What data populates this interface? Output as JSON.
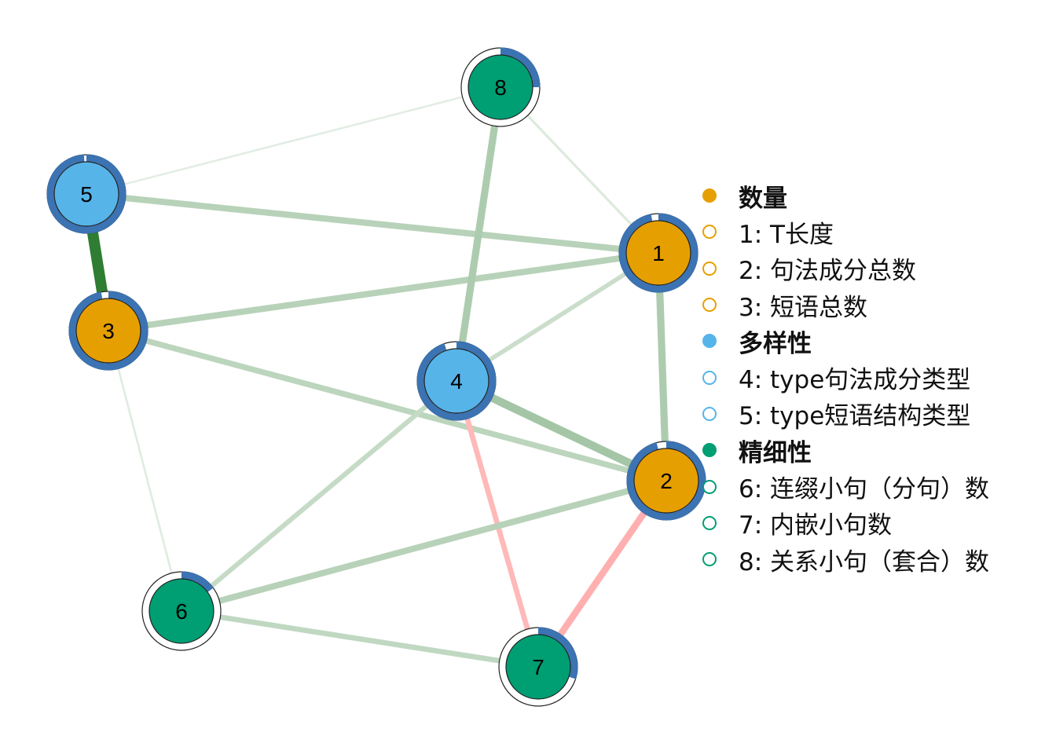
{
  "colors": {
    "group_quantity": "#E69F00",
    "group_diversity": "#56B4E9",
    "group_refinement": "#009E73",
    "pie_ring": "#3B73B3",
    "edge_positive": "#2E7D32",
    "edge_negative": "#FF7F7F"
  },
  "nodes": [
    {
      "id": "1",
      "group": 0,
      "pie": 0.97
    },
    {
      "id": "2",
      "group": 0,
      "pie": 0.96
    },
    {
      "id": "3",
      "group": 0,
      "pie": 0.97
    },
    {
      "id": "4",
      "group": 1,
      "pie": 0.95
    },
    {
      "id": "5",
      "group": 1,
      "pie": 0.99
    },
    {
      "id": "6",
      "group": 2,
      "pie": 0.15
    },
    {
      "id": "7",
      "group": 2,
      "pie": 0.3
    },
    {
      "id": "8",
      "group": 2,
      "pie": 0.25
    }
  ],
  "edges": [
    {
      "from": "5",
      "to": "3",
      "weight": 1.0,
      "sign": "positive"
    },
    {
      "from": "5",
      "to": "1",
      "weight": 0.5,
      "sign": "positive"
    },
    {
      "from": "3",
      "to": "1",
      "weight": 0.5,
      "sign": "positive"
    },
    {
      "from": "3",
      "to": "2",
      "weight": 0.45,
      "sign": "positive"
    },
    {
      "from": "1",
      "to": "2",
      "weight": 0.6,
      "sign": "positive"
    },
    {
      "from": "1",
      "to": "4",
      "weight": 0.3,
      "sign": "positive"
    },
    {
      "from": "1",
      "to": "8",
      "weight": 0.1,
      "sign": "positive"
    },
    {
      "from": "4",
      "to": "8",
      "weight": 0.6,
      "sign": "positive"
    },
    {
      "from": "4",
      "to": "2",
      "weight": 0.7,
      "sign": "positive"
    },
    {
      "from": "4",
      "to": "6",
      "weight": 0.35,
      "sign": "positive"
    },
    {
      "from": "4",
      "to": "7",
      "weight": 0.4,
      "sign": "negative"
    },
    {
      "from": "2",
      "to": "7",
      "weight": 0.55,
      "sign": "negative"
    },
    {
      "from": "2",
      "to": "6",
      "weight": 0.5,
      "sign": "positive"
    },
    {
      "from": "6",
      "to": "7",
      "weight": 0.4,
      "sign": "positive"
    },
    {
      "from": "3",
      "to": "6",
      "weight": 0.06,
      "sign": "positive"
    },
    {
      "from": "5",
      "to": "8",
      "weight": 0.04,
      "sign": "positive"
    }
  ],
  "legend": [
    {
      "label": "数量",
      "kind": "group",
      "group": 0
    },
    {
      "label": "1: T长度",
      "kind": "item",
      "group": 0
    },
    {
      "label": "2: 句法成分总数",
      "kind": "item",
      "group": 0
    },
    {
      "label": "3: 短语总数",
      "kind": "item",
      "group": 0
    },
    {
      "label": "多样性",
      "kind": "group",
      "group": 1
    },
    {
      "label": "4: type句法成分类型",
      "kind": "item",
      "group": 1
    },
    {
      "label": "5: type短语结构类型",
      "kind": "item",
      "group": 1
    },
    {
      "label": "精细性",
      "kind": "group",
      "group": 2
    },
    {
      "label": "6: 连缀小句（分句）数",
      "kind": "item",
      "group": 2
    },
    {
      "label": "7: 内嵌小句数",
      "kind": "item",
      "group": 2
    },
    {
      "label": "8: 关系小句（套合）数",
      "kind": "item",
      "group": 2
    }
  ]
}
